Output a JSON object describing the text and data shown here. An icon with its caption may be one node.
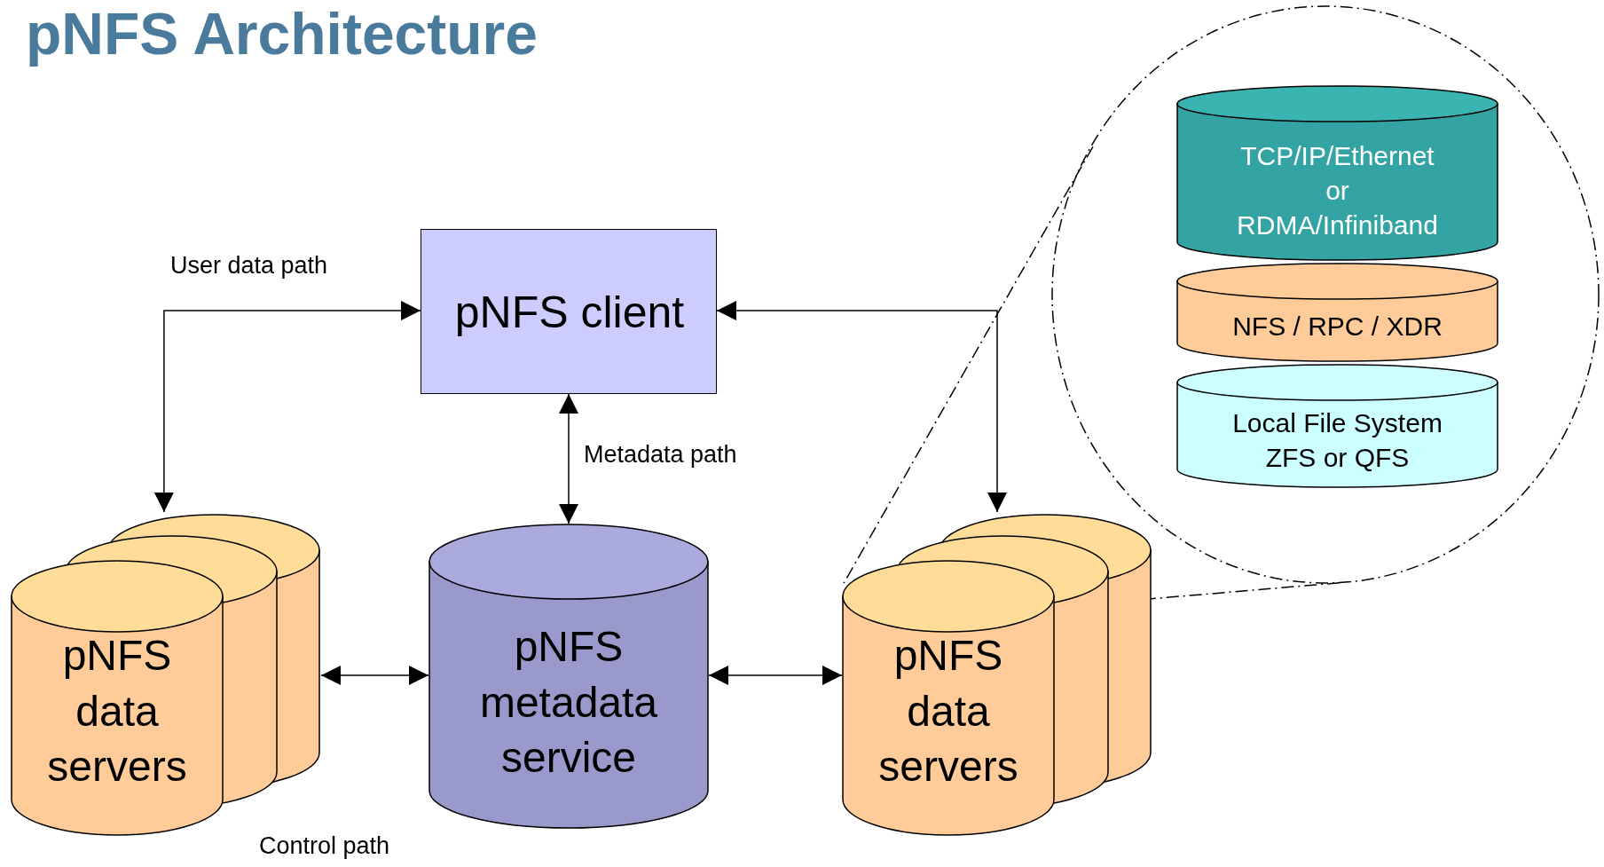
{
  "diagram": {
    "title": "pNFS Architecture",
    "nodes": [
      {
        "text": [
          "pNFS client"
        ]
      },
      {
        "text": [],
        "shape": "circle"
      },
      {
        "text": [
          "TCP/IP/Ethernet or RDMA/Infiniband"
        ],
        "in": 1
      },
      {
        "text": [
          "NFS / RPC / XDR"
        ],
        "in": 1
      },
      {
        "text": [
          "Local File System ZFS or QFS"
        ],
        "in": 1
      },
      {
        "text": [
          "pNFS data servers"
        ]
      },
      {
        "text": [
          "pNFS metadata service"
        ]
      },
      {
        "text": [
          "pNFS data servers"
        ]
      }
    ],
    "edges": [
      {
        "from": 5,
        "to": 0,
        "arrow": "both",
        "label": "User data path"
      },
      {
        "from": 0,
        "to": 7,
        "arrow": "both"
      },
      {
        "from": 0,
        "to": 6,
        "arrow": "both",
        "label": "Metadata path"
      },
      {
        "from": 5,
        "to": 6,
        "arrow": "both"
      },
      {
        "from": 6,
        "to": 7,
        "arrow": "both"
      },
      {
        "from": 1,
        "to": 7,
        "arrow": "none",
        "style": "dashed"
      },
      {
        "from": 1,
        "to": 7,
        "arrow": "none",
        "style": "dashed"
      }
    ],
    "labels": [
      "Control path"
    ]
  }
}
